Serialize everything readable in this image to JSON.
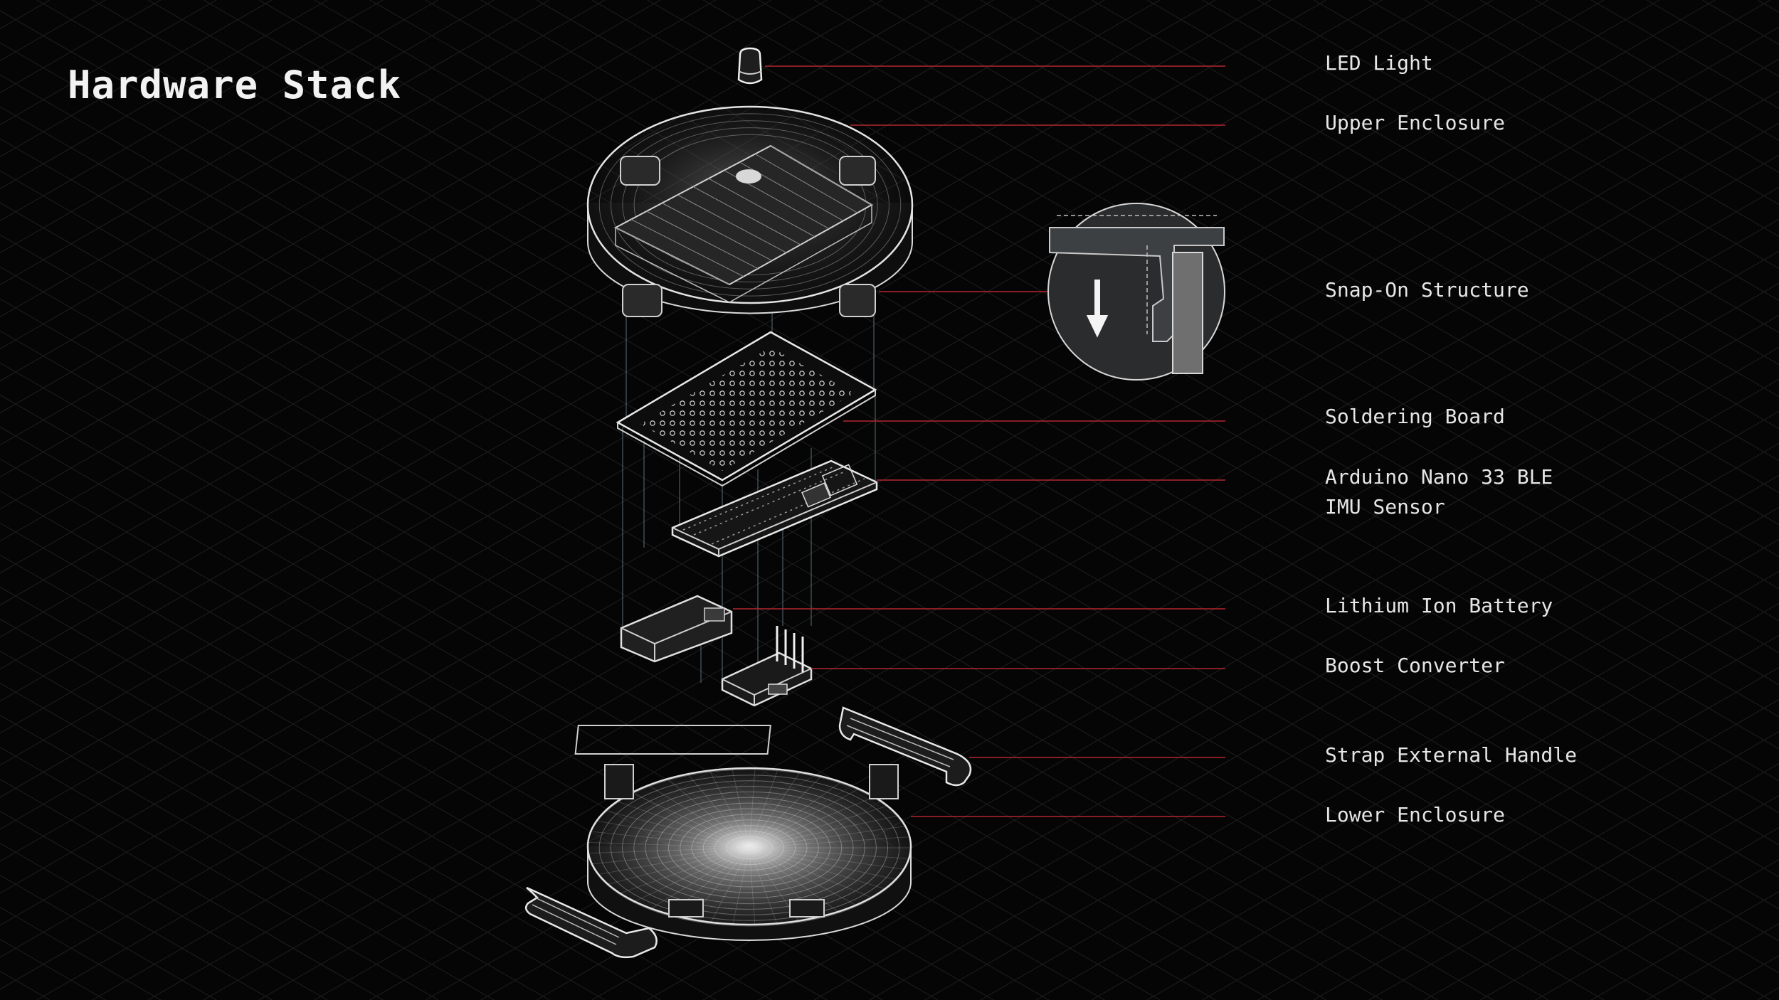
{
  "title": "Hardware Stack",
  "colors": {
    "background": "#050505",
    "grid": "#1f1f1f",
    "leader_line": "#b3262e",
    "wireframe": "#d9d9d9",
    "projection_line": "#8fb8c8",
    "text": "#e6e6e6"
  },
  "callouts": [
    {
      "id": "led-light",
      "lines": [
        "LED Light"
      ]
    },
    {
      "id": "upper-enclosure",
      "lines": [
        "Upper Enclosure"
      ]
    },
    {
      "id": "snap-on-structure",
      "lines": [
        "Snap-On Structure"
      ]
    },
    {
      "id": "soldering-board",
      "lines": [
        "Soldering Board"
      ]
    },
    {
      "id": "arduino-imu",
      "lines": [
        "Arduino Nano 33 BLE",
        "IMU Sensor"
      ]
    },
    {
      "id": "lithium-ion-battery",
      "lines": [
        "Lithium Ion Battery"
      ]
    },
    {
      "id": "boost-converter",
      "lines": [
        "Boost Converter"
      ]
    },
    {
      "id": "strap-external-handle",
      "lines": [
        "Strap External Handle"
      ]
    },
    {
      "id": "lower-enclosure",
      "lines": [
        "Lower Enclosure"
      ]
    }
  ]
}
